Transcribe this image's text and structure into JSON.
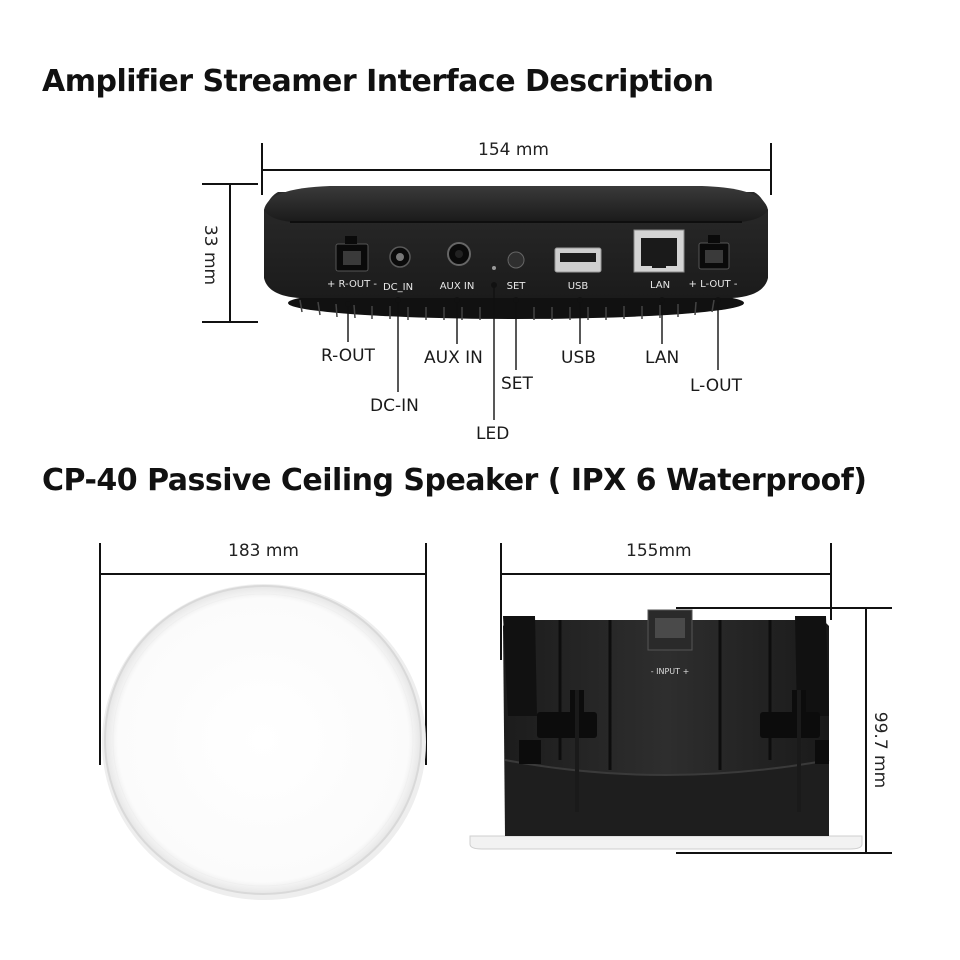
{
  "section1": {
    "title": "Amplifier Streamer Interface Description",
    "width_dim": "154 mm",
    "height_dim": "33 mm",
    "panel_labels": {
      "rout": "+ R-OUT -",
      "dcin": "DC_IN",
      "auxin": "AUX IN",
      "set": "SET",
      "usb": "USB",
      "lan": "LAN",
      "lout": "+ L-OUT -"
    },
    "callouts": {
      "rout": "R-OUT",
      "dcin": "DC-IN",
      "auxin": "AUX IN",
      "led": "LED",
      "set": "SET",
      "usb": "USB",
      "lan": "LAN",
      "lout": "L-OUT"
    }
  },
  "section2": {
    "title": "CP-40 Passive Ceiling Speaker ( IPX 6 Waterproof)",
    "grille_width_dim": "183 mm",
    "body_width_dim": "155mm",
    "body_height_dim": "99.7 mm",
    "input_label": "- INPUT +"
  }
}
